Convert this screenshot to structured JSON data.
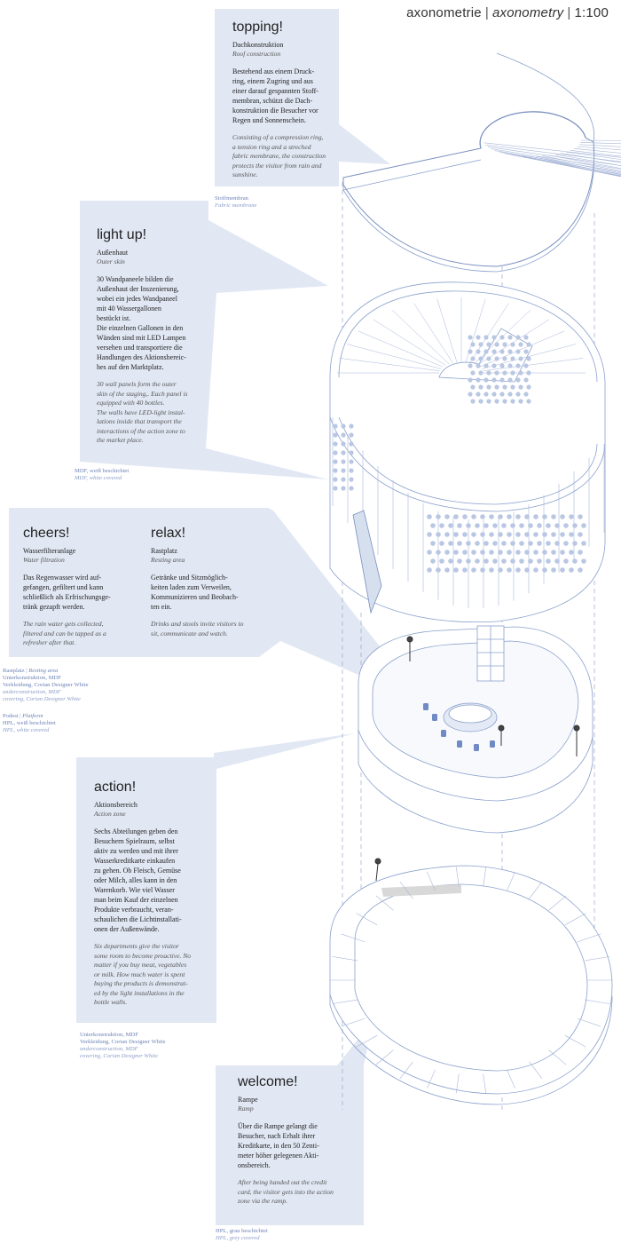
{
  "header": {
    "title_de": "axonometrie",
    "title_en": "axonometry",
    "scale": "1:100"
  },
  "colors": {
    "panel": "#e1e7f3",
    "line": "#8aa0cc",
    "bottle": "#b9c7e3",
    "text": "#222222"
  },
  "panels": {
    "topping": {
      "title": "topping!",
      "subtitle_de": "Dachkonstruktion",
      "subtitle_en": "Roof construction",
      "body_de": "Bestehend aus einem Druck-\nring, einem Zugring und aus\neiner darauf gespannten Stoff-\nmembran, schützt die Dach-\nkonstruktion die Besucher vor\nRegen und Sonnenschein.",
      "body_en": "Consisting of a compression ring,\na tension ring and a streched\nfabric membrane, the construction\nprotects the visitor from rain and\nsunshine."
    },
    "lightup": {
      "title": "light up!",
      "subtitle_de": "Außenhaut",
      "subtitle_en": "Outer skin",
      "body_de": "30 Wandpaneele bilden die\nAußenhaut der Inszenierung,\nwobei ein jedes Wandpaneel\nmit 40 Wassergallonen\nbestückt ist.\nDie einzelnen Gallonen in den\nWänden sind mit LED Lampen\nversehen und transportiere die\nHandlungen des Aktionsbereic-\nhes auf den Marktplatz.",
      "body_en": "30 wall panels form the outer\nskin of the staging,. Each panel is\nequipped with 40 bottles.\nThe walls have LED-light instal-\nlations inside that transport the\ninteractions of the action zone to\nthe market place."
    },
    "cheers": {
      "title": "cheers!",
      "subtitle_de": "Wasserfilteranlage",
      "subtitle_en": "Water filtration",
      "body_de": "Das Regenwasser wird auf-\ngefangen, gefiltert und kann\nschließlich als Erfrischungsge-\ntränk gezapft werden.",
      "body_en": "The rain water gets collected,\nfiltered and can be tapped as a\nrefresher after that."
    },
    "relax": {
      "title": "relax!",
      "subtitle_de": "Rastplatz",
      "subtitle_en": "Resting area",
      "body_de": "Getränke und Sitzmöglich-\nkeiten laden zum Verweilen,\nKommunizieren und Beobach-\nten ein.",
      "body_en": "Drinks and stools invite visitors to\nsit, communicate and watch."
    },
    "action": {
      "title": "action!",
      "subtitle_de": "Aktionsbereich",
      "subtitle_en": "Action zone",
      "body_de": "Sechs Abteilungen geben den\nBesuchern Spielraum, selbst\naktiv zu werden und mit ihrer\nWasserkreditkarte einkaufen\nzu gehen. Ob Fleisch, Gemüse\noder Milch, alles kann in den\nWarenkorb. Wie viel Wasser\nman beim Kauf der einzelnen\nProdukte verbraucht, veran-\nschaulichen die Lichtinstallati-\nonen der Außenwände.",
      "body_en": "Six departments give the visitor\nsome room to become proactive. No\nmatter if you buy meat, vegetables\nor milk. How much water is spent\nbuying the products is demonstrat-\ned by the light installations in the\nbottle walls."
    },
    "welcome": {
      "title": "welcome!",
      "subtitle_de": "Rampe",
      "subtitle_en": "Ramp",
      "body_de": "Über die Rampe gelangt die\nBesucher, nach Erhalt ihrer\nKreditkarte, in den 50 Zenti-\nmeter höher gelegenen Akti-\nonsbereich.",
      "body_en": "After being handed out the credit\ncard, the visitor gets into the action\nzone via the ramp."
    }
  },
  "material_notes": {
    "stoffmembran": {
      "de": "Stoffmembran",
      "en": "Fabric membrane"
    },
    "mdf": {
      "de": "MDF, weiß beschichtet",
      "en": "MDF, white covered"
    },
    "rastplatz": {
      "de": "Rastplatz",
      "en": "Resting area",
      "de2": "Unterkonstruktion, MDF",
      "de3": "Verkleidung, Corian Designer White",
      "en2": "underconstruction, MDF",
      "en3": "covering, Corian Designer White"
    },
    "podest": {
      "de": "Podest",
      "en": "Platform",
      "de2": "HPL, weiß beschichtet",
      "en2": "HPL, white covered"
    },
    "unterkonstruktion": {
      "de": "Unterkonstruktion, MDF",
      "de2": "Verkleidung, Corian Designer White",
      "en": "underconstruction, MDF",
      "en2": "covering, Corian Designer White"
    },
    "hpl": {
      "de": "HPL, grau beschichtet",
      "en": "HPL, grey covered"
    }
  }
}
